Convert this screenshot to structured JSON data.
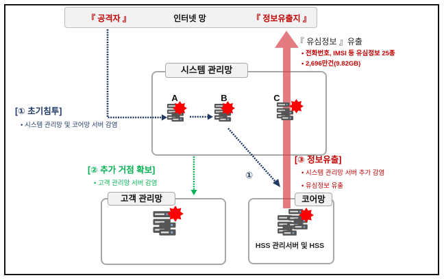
{
  "top_bar": {
    "attacker": "『 공격자 』",
    "internet": "인터넷 망",
    "leak_site": "『 정보유출지 』"
  },
  "leak_summary": {
    "title": "『 유심정보 』유출",
    "items": [
      "전화번호, IMSI 등 유심정보 25종",
      "2,696만건(9.82GB)"
    ]
  },
  "stage1": {
    "title": "[① 초기침투]",
    "items": [
      "시스템 관리망 및 코어망 서버 감염"
    ]
  },
  "stage2": {
    "title": "[② 추가 거점 확보]",
    "items": [
      "고객 관리망 서버 감염"
    ]
  },
  "stage3": {
    "title": "[③ 정보유출]",
    "items": [
      "시스템 관리망 서버 추가 감염",
      "유심정보 유출"
    ]
  },
  "networks": {
    "system": {
      "label": "시스템 관리망",
      "servers": [
        "A",
        "B",
        "C"
      ]
    },
    "customer": {
      "label": "고객 관리망"
    },
    "core": {
      "label": "코어망",
      "server_caption": "HSS 관리서버 및 HSS"
    }
  },
  "path_label": "①",
  "icons": {
    "server": "server-rack-icon",
    "infection": "red-starburst-icon",
    "exfiltration": "upward-arrow"
  },
  "colors": {
    "stage1": "#1F3864",
    "stage2": "#00B050",
    "stage3": "#C00000",
    "exfil_arrow": "#E0787E",
    "infection": "#FF0000"
  }
}
